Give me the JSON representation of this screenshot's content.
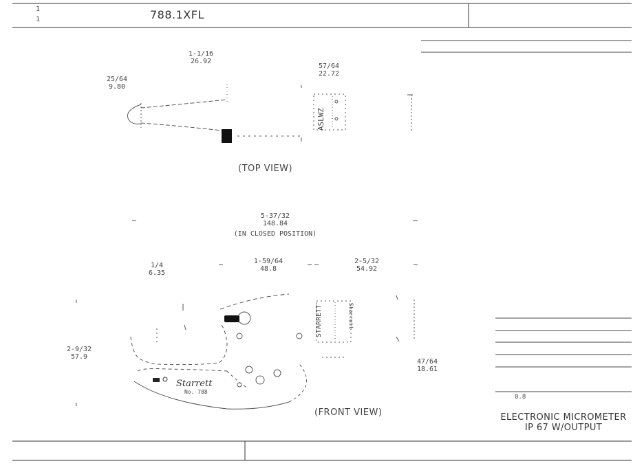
{
  "header": {
    "sheet_top": "1",
    "sheet_bottom": "1",
    "drawing_number": "788.1XFL"
  },
  "top_view": {
    "label": "(TOP VIEW)",
    "dim_span": {
      "inch": "1-1/16",
      "mm": "26.92"
    },
    "dim_tip": {
      "inch": "25/64",
      "mm": "9.80"
    },
    "dim_head": {
      "inch": "57/64",
      "mm": "22.72"
    },
    "display_text": "ASLWZ"
  },
  "front_view": {
    "label": "(FRONT VIEW)",
    "dim_overall": {
      "inch": "5-37/32",
      "mm": "148.84",
      "note": "(IN CLOSED POSITION)"
    },
    "dim_anvil": {
      "inch": "1/4",
      "mm": "6.35"
    },
    "dim_frame": {
      "inch": "1-59/64",
      "mm": "48.8"
    },
    "dim_thimble": {
      "inch": "2-5/32",
      "mm": "54.92"
    },
    "dim_height": {
      "inch": "2-9/32",
      "mm": "57.9"
    },
    "dim_right": {
      "inch": "47/64",
      "mm": "18.61"
    },
    "brand": "Starrett",
    "model": "No. 788",
    "display_text": "STARRETT",
    "side_label": "Starrett"
  },
  "title_block": {
    "code": "0.8",
    "title_line1": "ELECTRONIC MICROMETER",
    "title_line2": "IP 67 W/OUTPUT"
  }
}
